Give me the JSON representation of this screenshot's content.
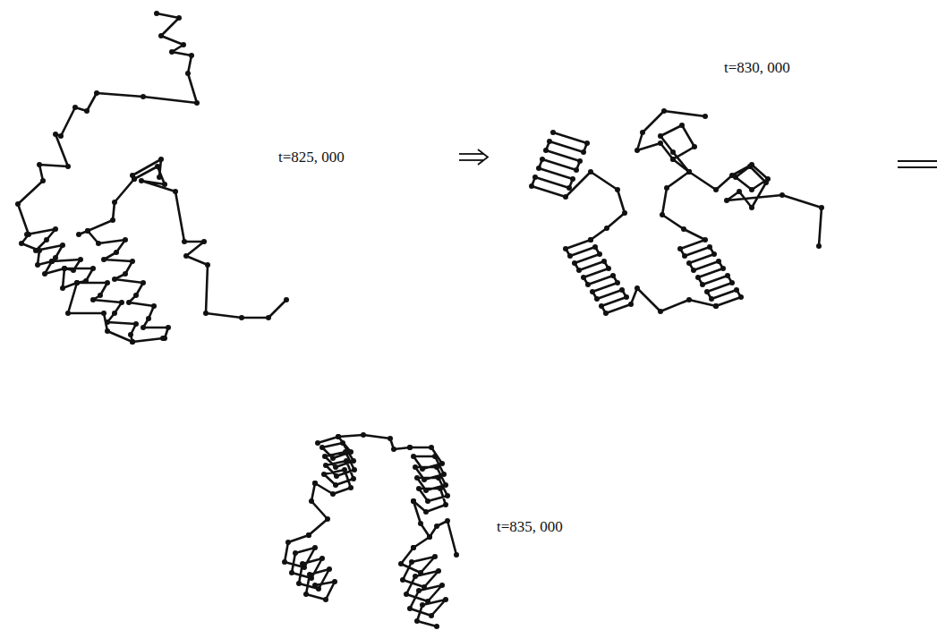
{
  "diagram": {
    "labels": [
      "t=825, 000",
      "t=830, 000",
      "t=835, 000"
    ]
  }
}
